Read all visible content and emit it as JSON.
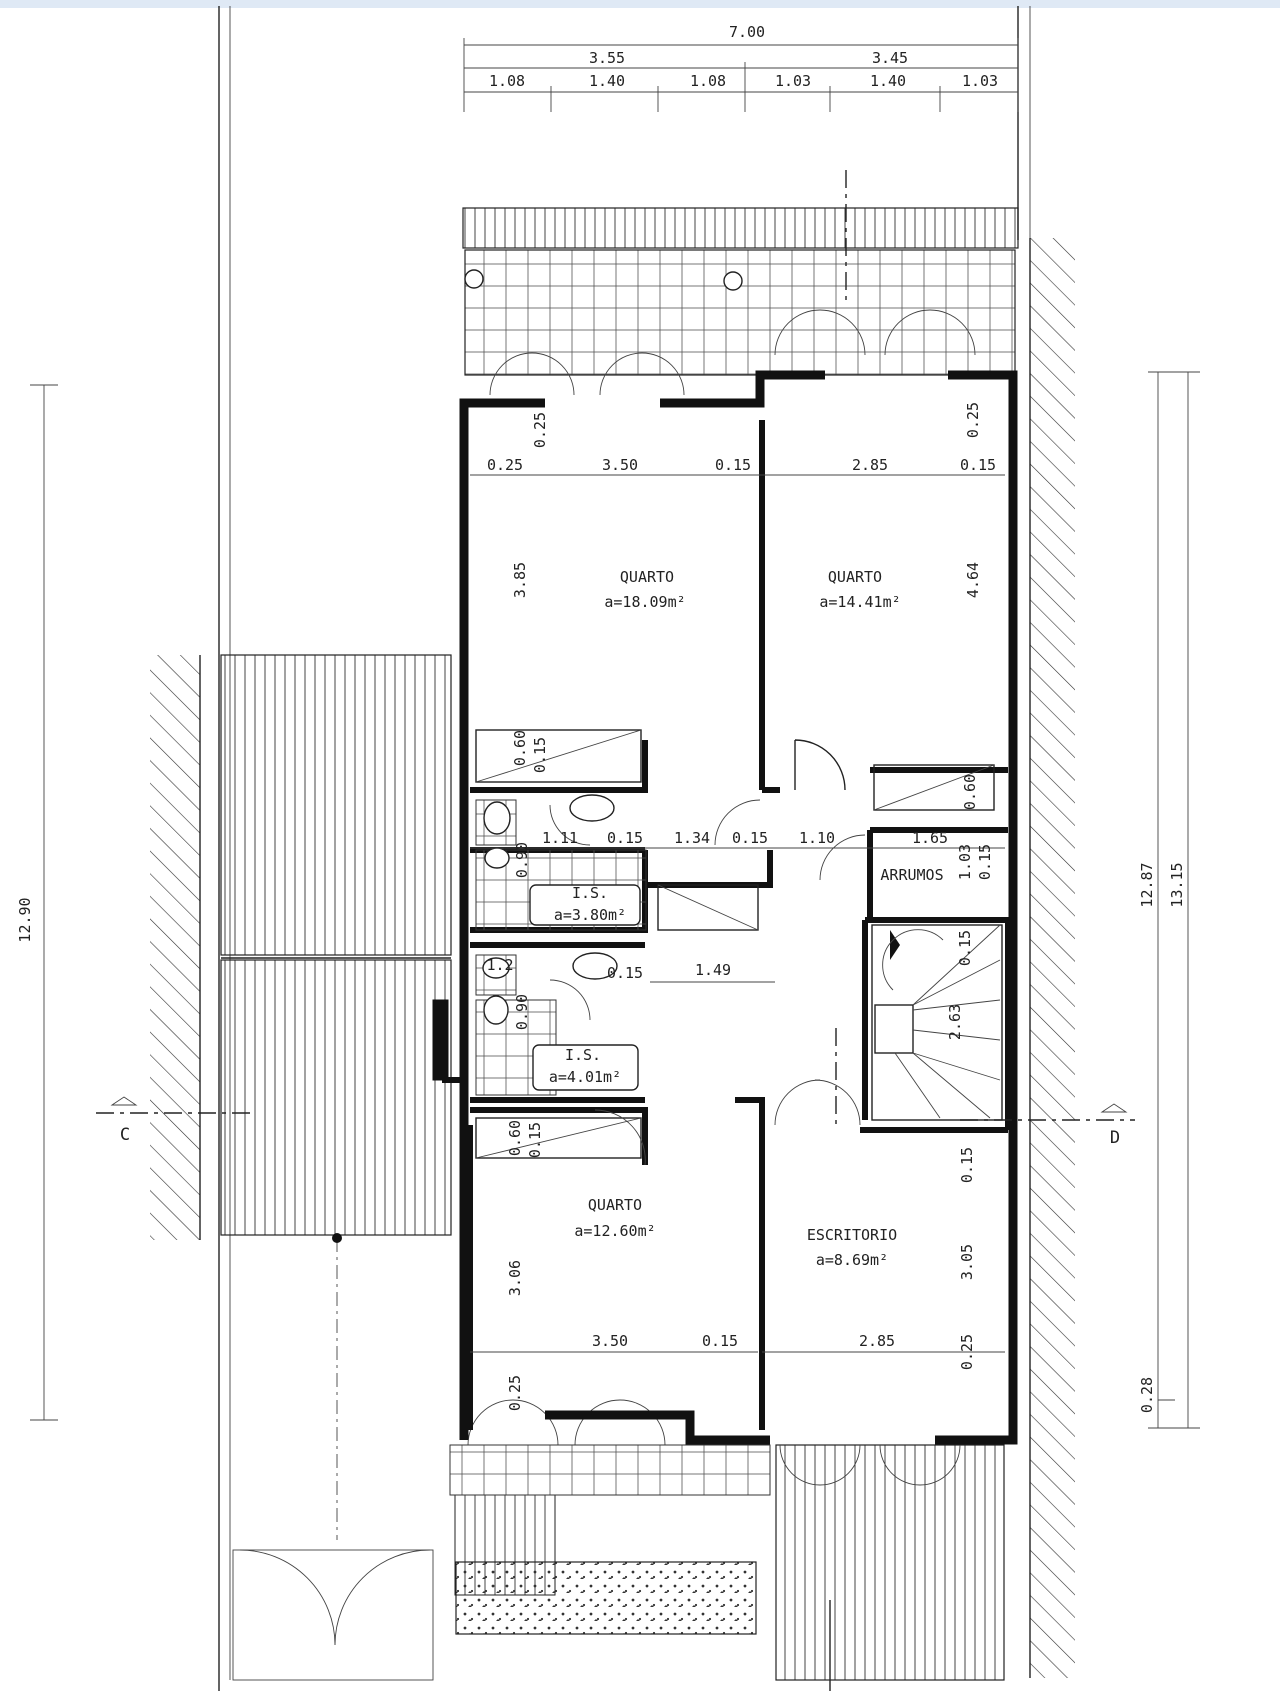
{
  "colors": {
    "line": "#111111",
    "paper": "#ffffff",
    "top_band": "#dfe9f5"
  },
  "dimensions_top": {
    "total": "7.00",
    "left_half": "3.55",
    "right_half": "3.45",
    "segments": [
      "1.08",
      "1.40",
      "1.08",
      "1.03",
      "1.40",
      "1.03"
    ]
  },
  "dimensions_side": {
    "left_total": "12.90",
    "right_inner": "12.87",
    "right_outer": "13.15",
    "right_offset": "0.28"
  },
  "sections": {
    "left_marker": "C",
    "right_marker": "D"
  },
  "rooms": {
    "bedroom_1": {
      "name": "QUARTO",
      "area": "a=18.09m²"
    },
    "bedroom_2": {
      "name": "QUARTO",
      "area": "a=14.41m²"
    },
    "storage": {
      "name": "ARRUMOS"
    },
    "bathroom_1": {
      "name": "I.S.",
      "area": "a=3.80m²"
    },
    "bathroom_2": {
      "name": "I.S.",
      "area": "a=4.01m²"
    },
    "bedroom_3": {
      "name": "QUARTO",
      "area": "a=12.60m²"
    },
    "office": {
      "name": "ESCRITORIO",
      "area": "a=8.69m²"
    }
  },
  "interior_dims": {
    "b1_wall_left": "0.25",
    "b1_width": "3.50",
    "b1_wall_mid": "0.15",
    "b1_wall_top": "0.25",
    "b1_depth": "3.85",
    "b1_closet": "0.60",
    "b1_closet_wall": "0.15",
    "b2_width": "2.85",
    "b2_wall_right": "0.15",
    "b2_wall_top": "0.25",
    "b2_depth": "4.64",
    "b2_closet": "0.60",
    "hall_a": "1.11",
    "hall_b": "0.15",
    "hall_c": "1.34",
    "hall_d": "0.15",
    "hall_e": "1.10",
    "storage_w": "1.65",
    "storage_d": "1.03",
    "storage_wall": "0.15",
    "bath1_wall": "0.90",
    "bath2_w": "1.2",
    "bath2_wall": "0.15",
    "hall2_w": "1.49",
    "bath2_d": "0.90",
    "stair_wall": "0.15",
    "stair_len": "2.63",
    "b3_closet": "0.60",
    "b3_closet_wall": "0.15",
    "b3_depth": "3.06",
    "b3_width": "3.50",
    "b3_wall_mid": "0.15",
    "b3_wall_bottom": "0.25",
    "office_wall_top": "0.15",
    "office_depth": "3.05",
    "office_width": "2.85",
    "office_wall_bottom": "0.25"
  }
}
